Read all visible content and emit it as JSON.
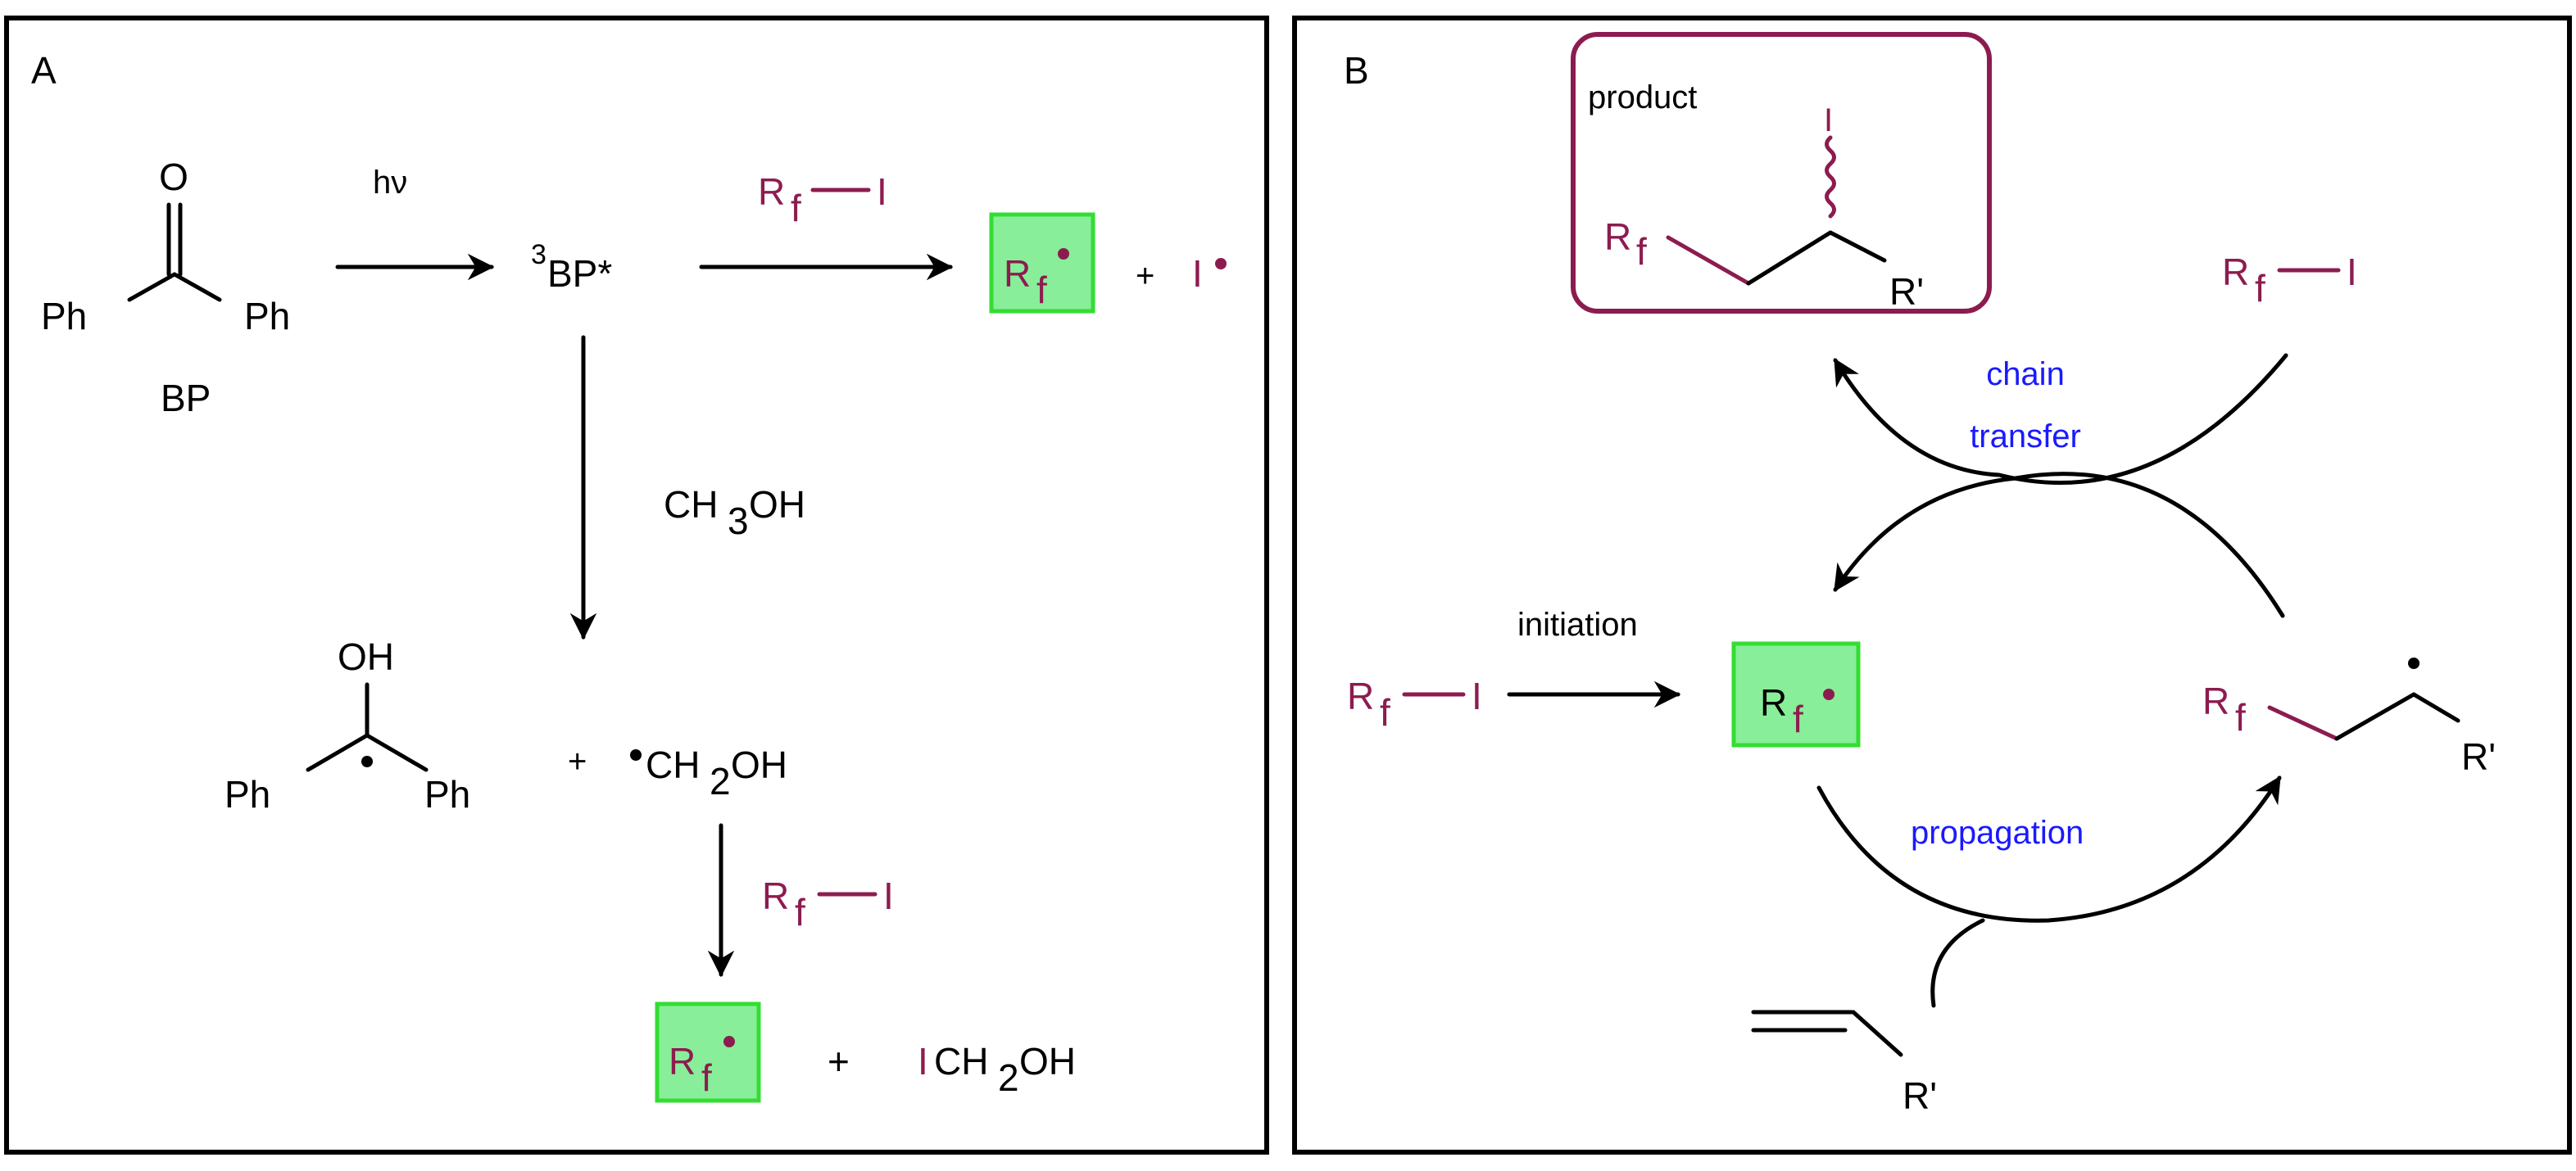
{
  "colors": {
    "black": "#000000",
    "reagent_red": "#8c1c4f",
    "label_blue": "#1a1aff",
    "highlight_fill": "#88ee99",
    "highlight_stroke": "#33dd33"
  },
  "panel_a": {
    "label": "A",
    "bp": {
      "o": "O",
      "ph_left": "Ph",
      "ph_right": "Ph",
      "name": "BP"
    },
    "hv": "hν",
    "triplet": {
      "superscript": "3",
      "text": "BP*"
    },
    "rfi_top": {
      "r": "R",
      "sub": "f",
      "i": "I"
    },
    "radical_box_top": {
      "r": "R",
      "sub": "f"
    },
    "plus_i": "+",
    "i_radical": "I",
    "ch3oh": {
      "pre": "CH",
      "sub": "3",
      "post": "OH"
    },
    "ketyl": {
      "oh": "OH",
      "ph_left": "Ph",
      "ph_right": "Ph"
    },
    "plus_ch2oh": "+",
    "ch2oh": {
      "pre": "CH",
      "sub": "2",
      "post": "OH"
    },
    "rfi_mid": {
      "r": "R",
      "sub": "f",
      "i": "I"
    },
    "radical_box_bottom": {
      "r": "R",
      "sub": "f"
    },
    "plus_bottom": "+",
    "ich2oh": {
      "i": "I",
      "pre": "CH",
      "sub": "2",
      "post": "OH"
    }
  },
  "panel_b": {
    "label": "B",
    "product_box": {
      "label": "product",
      "i": "I",
      "rf": {
        "r": "R",
        "sub": "f"
      },
      "rprime": "R'"
    },
    "rfi_top_right": {
      "r": "R",
      "sub": "f",
      "i": "I"
    },
    "chain_transfer": [
      "chain",
      "transfer"
    ],
    "initiation": "initiation",
    "rfi_left": {
      "r": "R",
      "sub": "f",
      "i": "I"
    },
    "radical_box": {
      "r": "R",
      "sub": "f"
    },
    "adduct_radical": {
      "r": "R",
      "sub": "f",
      "rprime": "R'"
    },
    "propagation": "propagation",
    "alkene_rprime": "R'"
  }
}
